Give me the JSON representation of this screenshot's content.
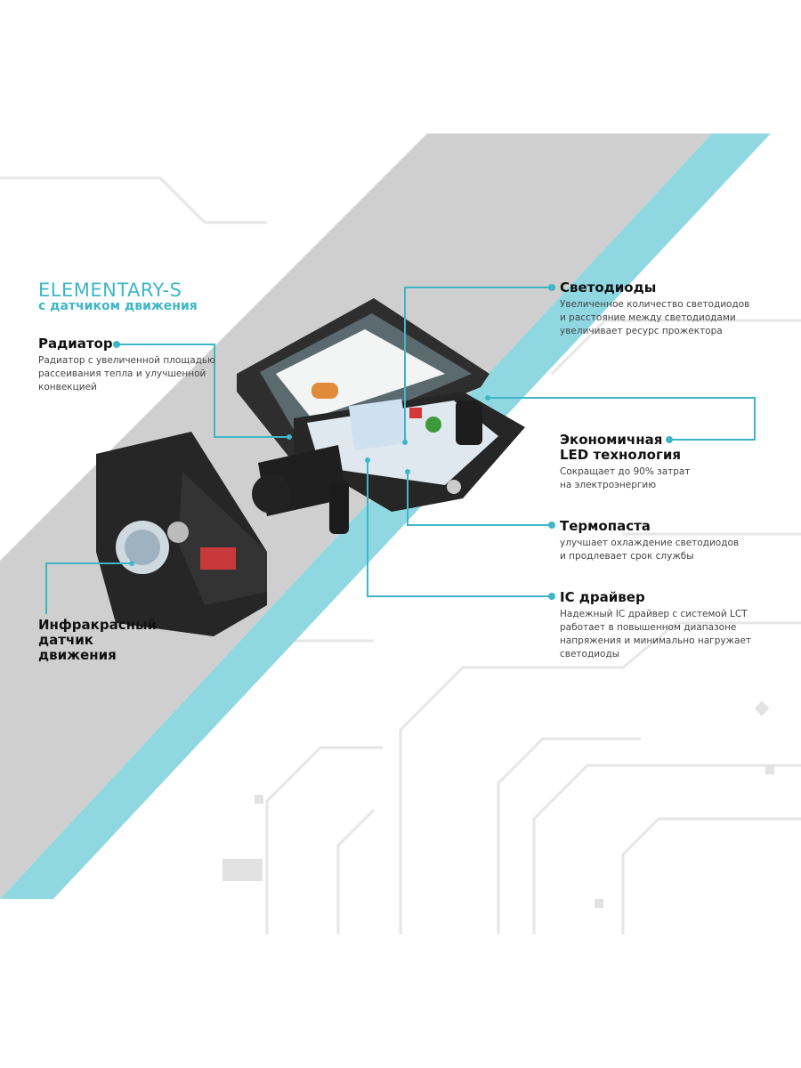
{
  "title": "ELEMENTARY-S",
  "subtitle": "с датчиком движения",
  "colors": {
    "accent": "#3fb6c6",
    "band_gray": "#cfcfcf",
    "band_cyan": "#8fd8e2"
  },
  "features": {
    "radiator": {
      "title": "Радиатор",
      "desc": [
        "Радиатор с увеличенной площадью",
        "рассеивания тепла и улучшенной",
        "конвекцией"
      ]
    },
    "leds": {
      "title": "Светодиоды",
      "desc": [
        "Увеличенное количество светодиодов",
        "и расстояние между светодиодами",
        "увеличивает ресурс прожектора"
      ]
    },
    "led_tech": {
      "title": [
        "Экономичная",
        "LED технология"
      ],
      "desc": [
        "Сокращает до 90% затрат",
        "на электроэнергию"
      ]
    },
    "paste": {
      "title": "Термопаста",
      "desc": [
        "улучшает охлаждение светодиодов",
        "и продлевает срок службы"
      ]
    },
    "driver": {
      "title": "IC драйвер",
      "desc": [
        "Надежный IC драйвер с системой LCT",
        "работает в повышенном диапазоне",
        "напряжения и минимально нагружает",
        "светодиоды"
      ]
    },
    "sensor": {
      "title": [
        "Инфракрасный",
        "датчик",
        "движения"
      ]
    }
  }
}
